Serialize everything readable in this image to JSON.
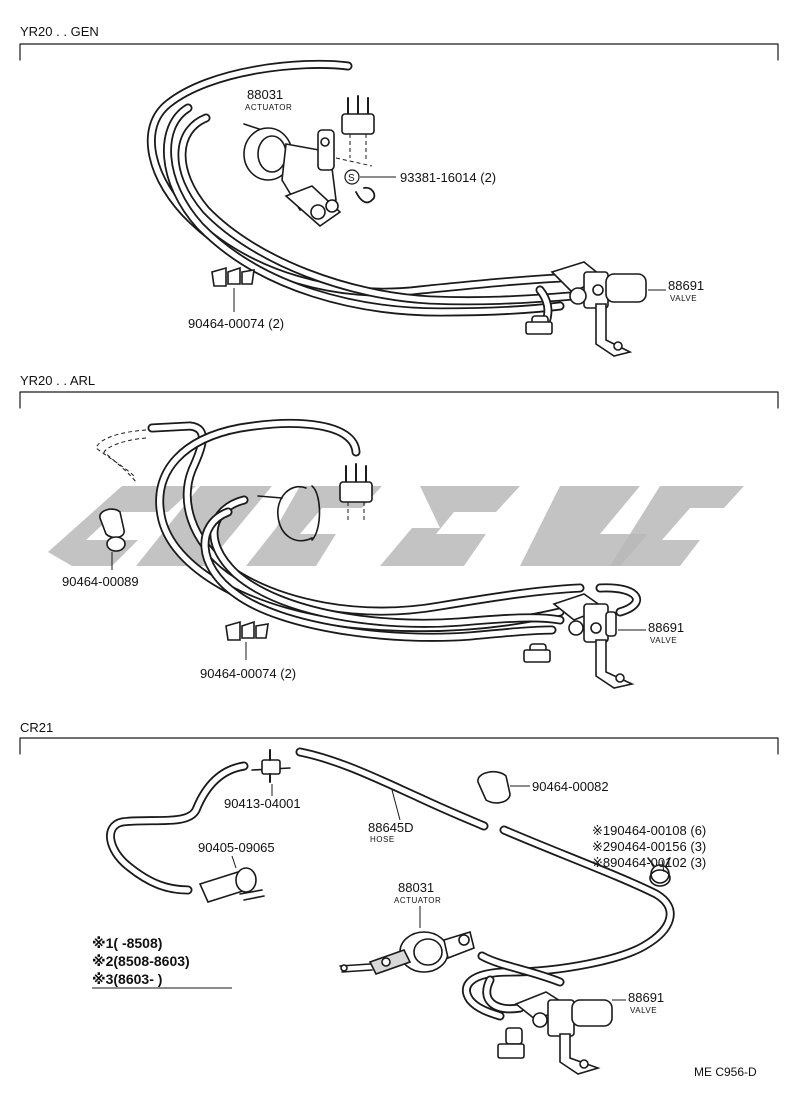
{
  "sections": [
    {
      "title": "YR20 . . GEN"
    },
    {
      "title": "YR20 . . ARL"
    },
    {
      "title": "CR21"
    }
  ],
  "labels": {
    "gen_actuator_no": "88031",
    "gen_actuator_name": "ACTUATOR",
    "gen_screw": "93381-16014 (2)",
    "gen_screw_symbol": "S",
    "gen_valve_no": "88691",
    "gen_valve_name": "VALVE",
    "gen_clip": "90464-00074 (2)",
    "arl_clamp": "90464-00089",
    "arl_clip": "90464-00074 (2)",
    "arl_valve_no": "88691",
    "arl_valve_name": "VALVE",
    "cr_connector": "90413-04001",
    "cr_hose_no": "88645D",
    "cr_hose_name": "HOSE",
    "cr_clip_top": "90464-00082",
    "cr_clip_a": "※190464-00108 (6)",
    "cr_clip_b": "※290464-00156 (3)",
    "cr_clip_c": "※890464-00102 (3)",
    "cr_clamp": "90405-09065",
    "cr_actuator_no": "88031",
    "cr_actuator_name": "ACTUATOR",
    "cr_valve_no": "88691",
    "cr_valve_name": "VALVE"
  },
  "notes": [
    "※1(      -8508)",
    "※2(8508-8603)",
    "※3(8603-       )"
  ],
  "figure_code": "ME C956-D"
}
